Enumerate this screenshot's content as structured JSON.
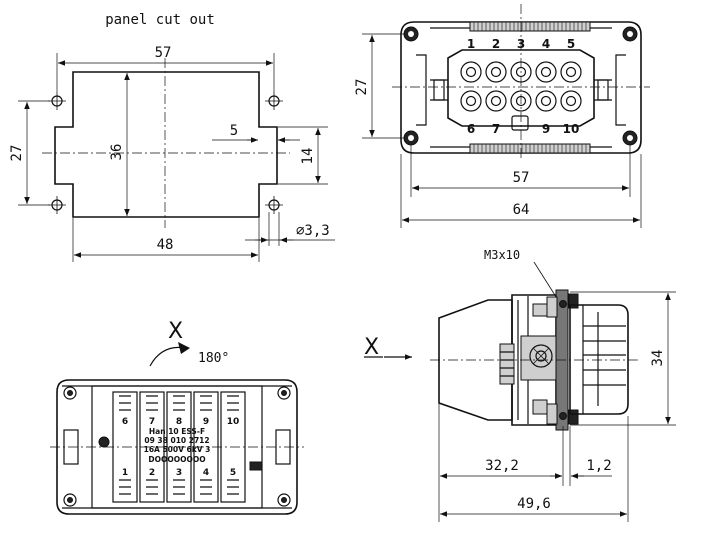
{
  "panel_cutout": {
    "title": "panel cut out",
    "dim_width_top": "57",
    "dim_height_left": "27",
    "dim_height_inner": "36",
    "dim_tab": "5",
    "dim_tab_height": "14",
    "dim_width_bottom": "48",
    "dim_hole": "∅3,3"
  },
  "front_view": {
    "pins_top": [
      "1",
      "2",
      "3",
      "4",
      "5"
    ],
    "pins_bottom": [
      "6",
      "7",
      "9",
      "10"
    ],
    "dim_height": "27",
    "dim_width_inner": "57",
    "dim_width_outer": "64"
  },
  "side_view": {
    "screw_label": "M3x10",
    "view_label": "X",
    "dim_height": "34",
    "dim_depth_a": "32,2",
    "dim_depth_b": "1,2",
    "dim_total": "49,6"
  },
  "rear_view": {
    "view_label": "X",
    "rotation_label": "180°",
    "pins_top": [
      "6",
      "7",
      "8",
      "9",
      "10"
    ],
    "pins_bottom": [
      "1",
      "2",
      "3",
      "4",
      "5"
    ],
    "product_label": [
      "Han 10 ESS-F",
      "09 38 010 2712",
      "16A 500V 6kV 3",
      "DOOOOOOOO"
    ]
  }
}
